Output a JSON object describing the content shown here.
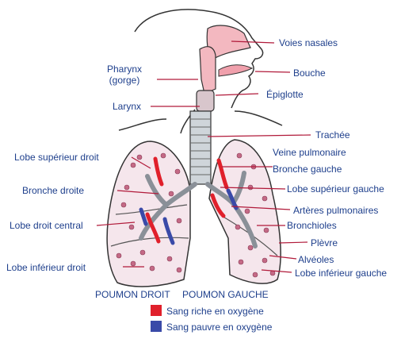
{
  "colors": {
    "label": "#1e3f8c",
    "leader": "#b11a3a",
    "outline": "#333333",
    "oxygen_rich": "#e0202b",
    "oxygen_poor": "#3a4aa8",
    "alveoli": "#c46a86",
    "lung_fill": "#f5e6ec",
    "nasal_fill": "#f3b8c0"
  },
  "labels": {
    "voies_nasales": "Voies nasales",
    "bouche": "Bouche",
    "pharynx_line1": "Pharynx",
    "pharynx_line2": "(gorge)",
    "larynx": "Larynx",
    "epiglotte": "Épiglotte",
    "trachee": "Trachée",
    "veine_pulmonaire": "Veine pulmonaire",
    "bronche_gauche": "Bronche gauche",
    "lobe_superieur_droit": "Lobe supérieur droit",
    "bronche_droite": "Bronche droite",
    "lobe_superieur_gauche": "Lobe supérieur gauche",
    "arteres_pulmonaires": "Artères pulmonaires",
    "lobe_droit_central": "Lobe droit central",
    "bronchioles": "Bronchioles",
    "plevre": "Plèvre",
    "alveoles": "Alvéoles",
    "lobe_inferieur_droit": "Lobe inférieur droit",
    "lobe_inferieur_gauche": "Lobe inférieur gauche",
    "poumon_droit": "POUMON DROIT",
    "poumon_gauche": "POUMON GAUCHE"
  },
  "legend": {
    "rich": "Sang riche en oxygène",
    "poor": "Sang pauvre en oxygène"
  }
}
